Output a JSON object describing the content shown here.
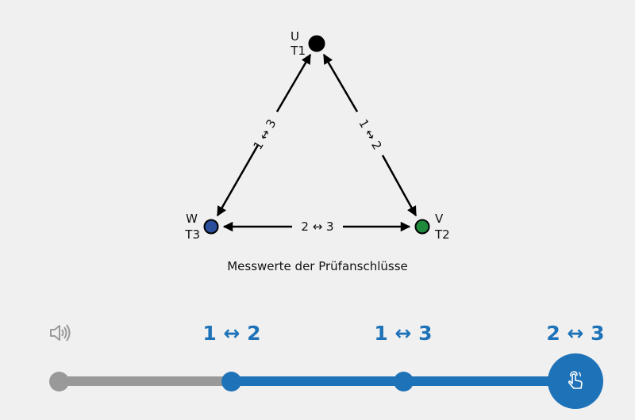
{
  "diagram": {
    "nodes": [
      {
        "id": "U",
        "label1": "U",
        "label2": "T1",
        "color": "#000000"
      },
      {
        "id": "V",
        "label1": "V",
        "label2": "T2",
        "color": "#1e8a3c"
      },
      {
        "id": "W",
        "label1": "W",
        "label2": "T3",
        "color": "#2a4d9c"
      }
    ],
    "edges": [
      {
        "label": "1 ↔ 2",
        "from": "U",
        "to": "V"
      },
      {
        "label": "1 ↔ 3",
        "from": "U",
        "to": "W"
      },
      {
        "label": "2 ↔ 3",
        "from": "V",
        "to": "W"
      }
    ],
    "caption": "Messwerte der Prüfanschlüsse"
  },
  "stepper": {
    "steps": [
      "1 ↔ 2",
      "1 ↔ 3",
      "2 ↔ 3"
    ],
    "current_step": 3,
    "colors": {
      "active": "#1e73b8",
      "inactive": "#999999"
    }
  }
}
